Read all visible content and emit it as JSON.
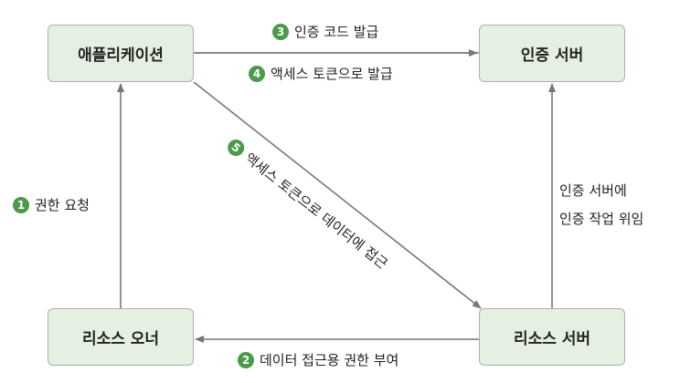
{
  "nodes": {
    "app": "애플리케이션",
    "auth_server": "인증 서버",
    "resource_owner": "리소스 오너",
    "resource_server": "리소스 서버"
  },
  "edges": [
    {
      "num": "1",
      "label": "권한 요청"
    },
    {
      "num": "2",
      "label": "데이터 접근용 권한 부여"
    },
    {
      "num": "3",
      "label": "인증 코드 발급"
    },
    {
      "num": "4",
      "label": "액세스 토큰으로 발급"
    },
    {
      "num": "5",
      "label": "액세스 토큰으로 데이터에 접근"
    }
  ],
  "side_note": {
    "line1": "인증 서버에",
    "line2": "인증 작업 위임"
  },
  "colors": {
    "node_fill": "#e6f0e2",
    "node_border": "#a8b3a5",
    "arrow": "#777777",
    "badge": "#4a9a4a"
  }
}
